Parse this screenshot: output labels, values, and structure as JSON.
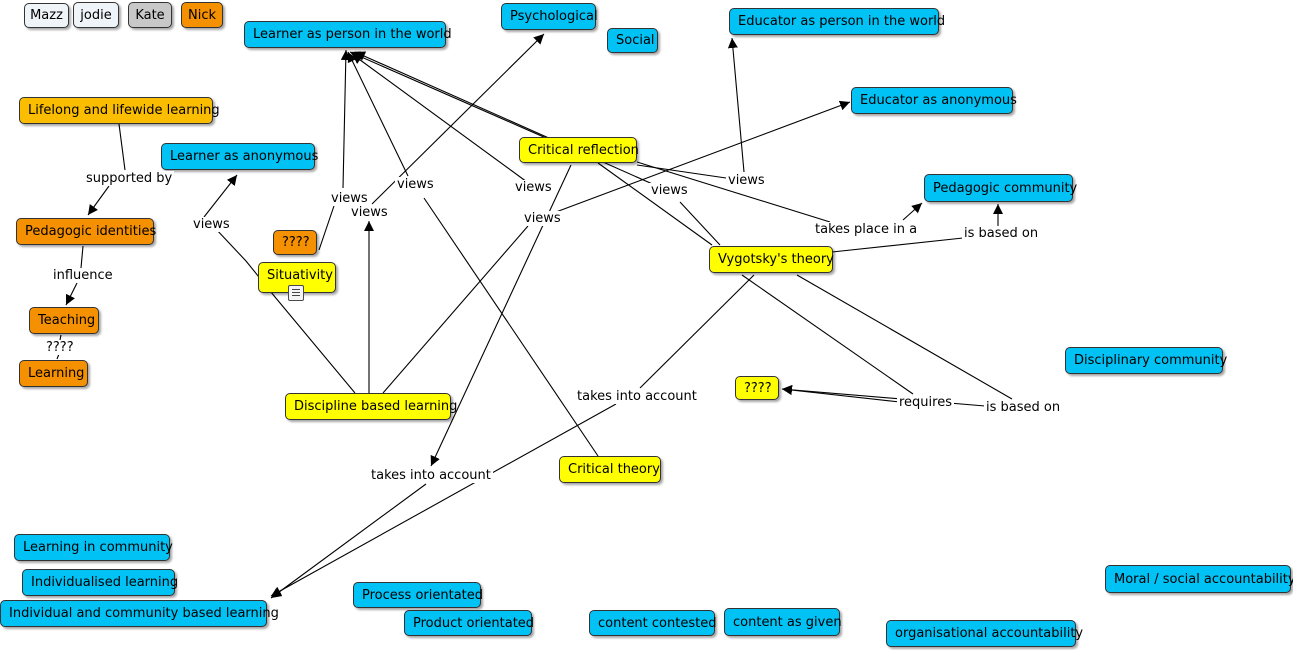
{
  "users": {
    "mazz": "Mazz",
    "jodie": "jodie",
    "kate": "Kate",
    "nick": "Nick"
  },
  "nodes": {
    "learner_world": "Learner as person in the world",
    "psychological": "Psychological",
    "social": "Social",
    "educator_world": "Educator as person in the world",
    "lifelong": "Lifelong and lifewide learning",
    "educator_anon": "Educator as anonymous",
    "learner_anon": "Learner as anonymous",
    "critical_reflection": "Critical reflection",
    "pedagogic_community": "Pedagogic community",
    "pedagogic_identities": "Pedagogic identities",
    "unknown1": "????",
    "situativity": "Situativity",
    "vygotsky": "Vygotsky's theory",
    "teaching": "Teaching",
    "learning": "Learning",
    "disciplinary_community": "Disciplinary community",
    "unknown2": "????",
    "discipline_based": "Discipline based learning",
    "critical_theory": "Critical theory",
    "learning_community": "Learning in community",
    "individualised": "Individualised learning",
    "individual_community": "Individual and community based learning",
    "process": "Process orientated",
    "product": "Product orientated",
    "contested": "content contested",
    "given": "content as given",
    "org_accountability": "organisational accountability",
    "moral_accountability": "Moral / social accountability"
  },
  "link_labels": {
    "supported_by": "supported by",
    "influence": "influence",
    "teaching_learning": "????",
    "views_learner_anon": "views",
    "views_situativity": "views",
    "views_discipline": "views",
    "views_critical_theory": "views",
    "views_critical_reflection": "views",
    "views_discipline_educator": "views",
    "views_vygotsky": "views",
    "views_educator_world": "views",
    "takes_place_in_a": "takes place in a",
    "is_based_on_pedagogic": "is based on",
    "takes_into_account_vyg": "takes into account",
    "takes_into_account_cr": "takes into account",
    "requires": "requires",
    "is_based_on_unknown": "is based on"
  },
  "colors": {
    "concept_blue": "#00c2f5",
    "concept_yellow": "#ffff00",
    "concept_orange": "#f59000",
    "concept_gold": "#fbbd00",
    "edge": "#000000"
  }
}
